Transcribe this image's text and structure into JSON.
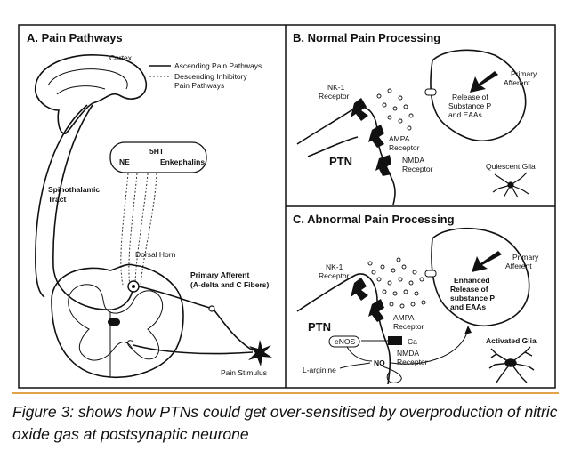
{
  "panelA": {
    "title": "A. Pain Pathways",
    "cortex": "Cortex",
    "legend_ascending": "Ascending Pain Pathways",
    "legend_descending_1": "Descending Inhibitory",
    "legend_descending_2": "Pain Pathways",
    "ht": "5HT",
    "ne": "NE",
    "enkephalins": "Enkephalins",
    "spinothalamic_1": "Spinothalamic",
    "spinothalamic_2": "Tract",
    "dorsal_horn": "Dorsal Horn",
    "primary_afferent_1": "Primary Afferent",
    "primary_afferent_2": "(A-delta and C Fibers)",
    "pain_stimulus": "Pain Stimulus"
  },
  "panelB": {
    "title": "B. Normal Pain Processing",
    "nk1_1": "NK-1",
    "nk1_2": "Receptor",
    "ampa_1": "AMPA",
    "ampa_2": "Receptor",
    "nmda_1": "NMDA",
    "nmda_2": "Receptor",
    "ptn": "PTN",
    "primary_1": "Primary",
    "primary_2": "Afferent",
    "release_1": "Release of",
    "release_2": "Substance P",
    "release_3": "and EAAs",
    "glia": "Quiescent Glia"
  },
  "panelC": {
    "title": "C. Abnormal Pain Processing",
    "nk1_1": "NK-1",
    "nk1_2": "Receptor",
    "ampa_1": "AMPA",
    "ampa_2": "Receptor",
    "nmda_1": "NMDA",
    "nmda_2": "Receptor",
    "ptn": "PTN",
    "enos": "eNOS",
    "ca": "Ca",
    "no": "NO",
    "larginine": "L-arginine",
    "primary_1": "Primary",
    "primary_2": "Afferent",
    "enhanced_1": "Enhanced",
    "enhanced_2": "Release of",
    "enhanced_3": "substance P",
    "enhanced_4": "and EAAs",
    "glia": "Activated Glia"
  },
  "caption": "Figure 3: shows how PTNs could get over-sensitised by overproduction of nitric oxide gas at postsynaptic neurone"
}
